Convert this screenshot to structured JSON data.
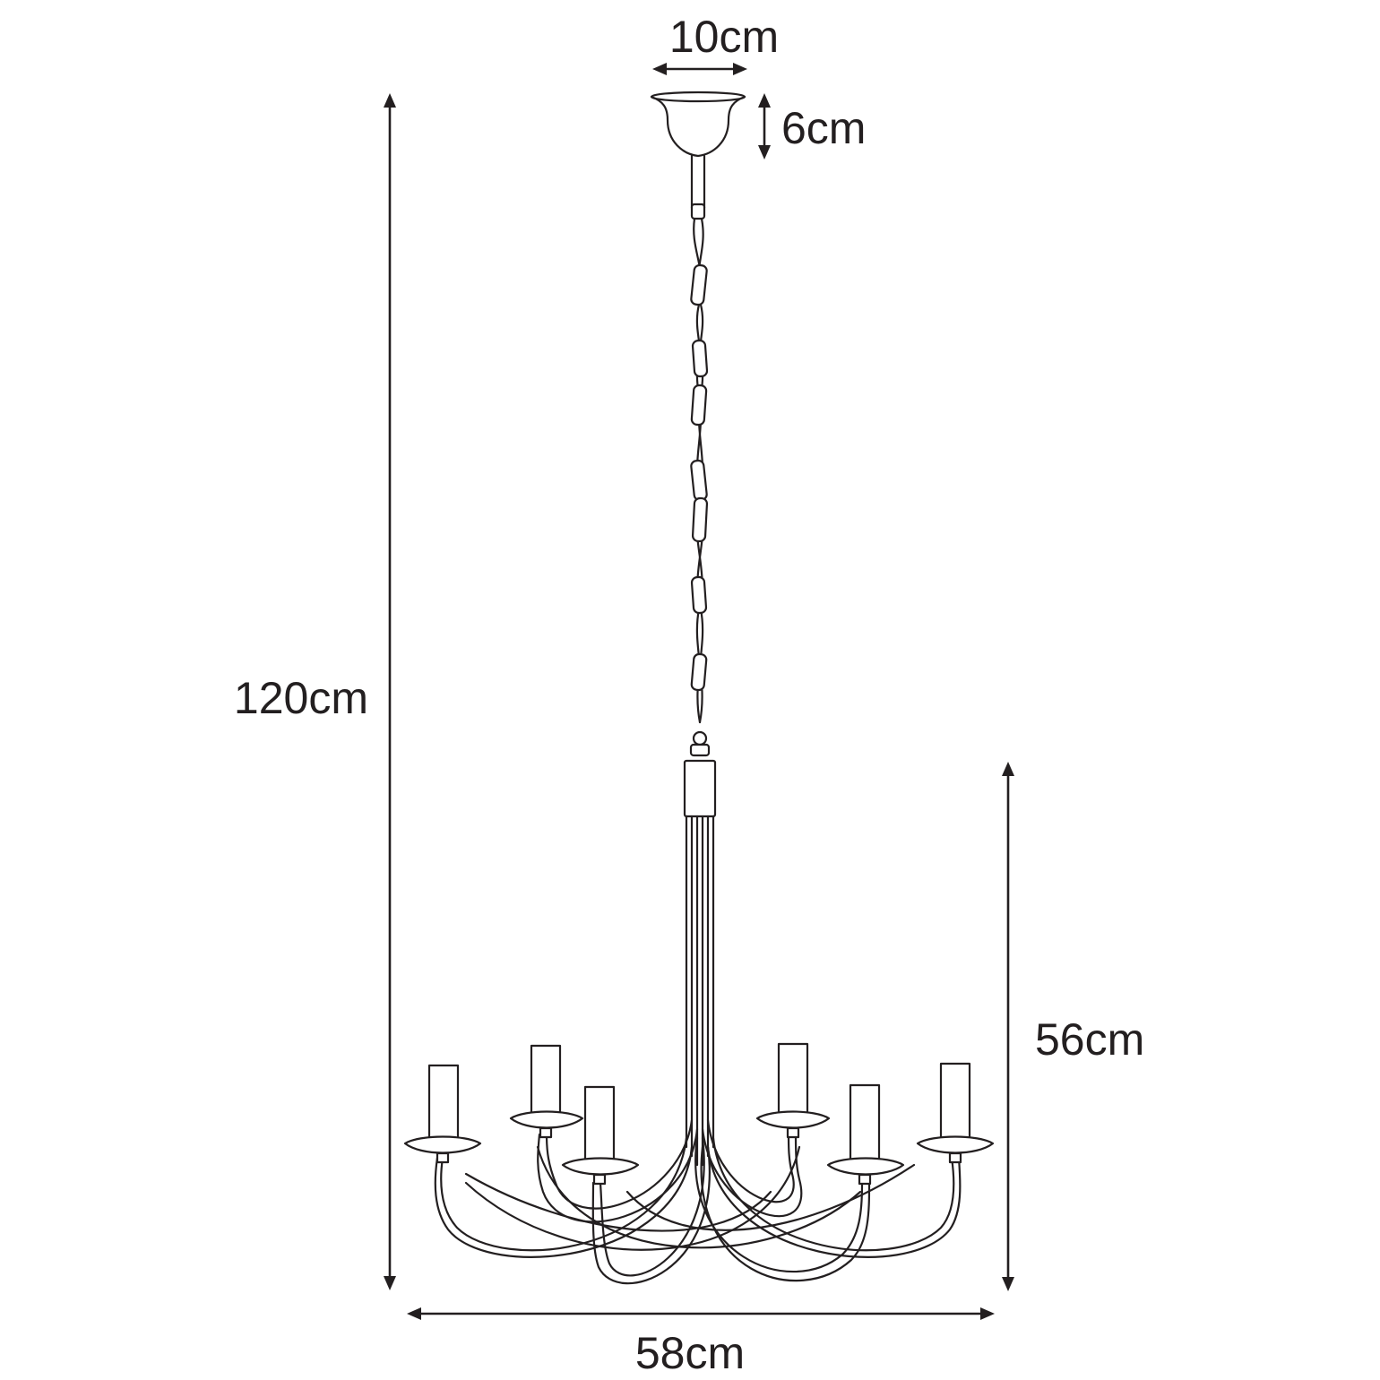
{
  "diagram": {
    "product": "chandelier",
    "arm_count": 6,
    "line_color": "#231f20",
    "background": "#ffffff"
  },
  "dimensions": {
    "canopy_width": "10cm",
    "canopy_height": "6cm",
    "total_height": "120cm",
    "body_height": "56cm",
    "total_width": "58cm"
  }
}
